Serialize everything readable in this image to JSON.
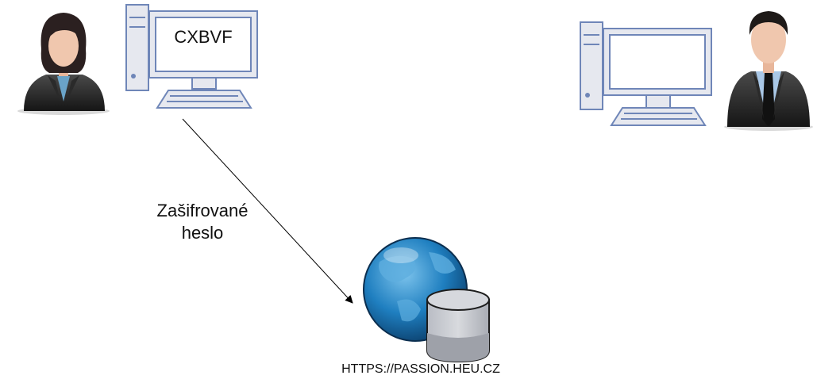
{
  "left_computer": {
    "screen_text": "CXBVF"
  },
  "connection": {
    "label_line1": "Zašifrované",
    "label_line2": "heslo"
  },
  "server": {
    "label": "HTTPS://PASSION.HEU.CZ"
  },
  "icons": {
    "left_user": "woman-user-icon",
    "left_computer": "desktop-computer-icon",
    "right_computer": "desktop-computer-icon",
    "right_user": "man-user-icon",
    "server": "globe-database-server-icon"
  },
  "colors": {
    "computer_stroke": "#6f86b8",
    "computer_fill": "#e6e8ef",
    "globe": "#1f7fc0",
    "database": "#c6c8ce"
  }
}
